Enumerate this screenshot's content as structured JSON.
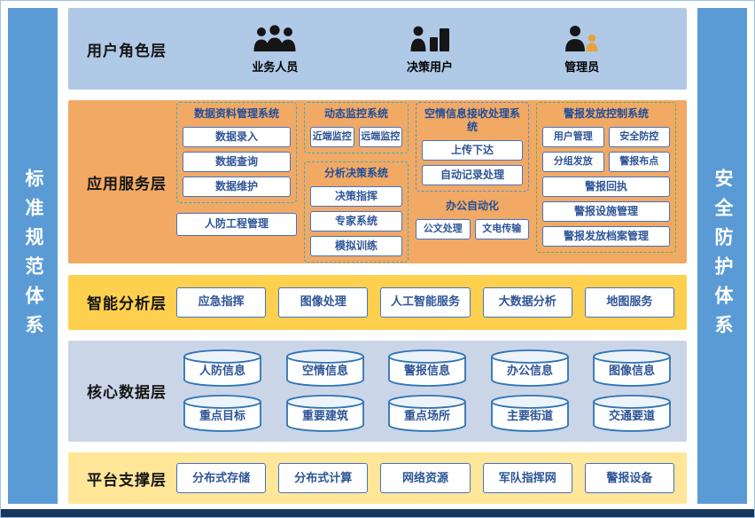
{
  "side_bars": {
    "left": "标准规范体系",
    "right": "安全防护体系"
  },
  "layers": {
    "user_role": {
      "title": "用户角色层",
      "roles": [
        {
          "label": "业务人员",
          "icon": "business-people-icon"
        },
        {
          "label": "决策用户",
          "icon": "decision-user-icon"
        },
        {
          "label": "管理员",
          "icon": "admin-icon"
        }
      ]
    },
    "app_service": {
      "title": "应用服务层",
      "groups": {
        "data_mgmt": {
          "title": "数据资料管理系统",
          "items": [
            "数据录入",
            "数据查询",
            "数据维护"
          ]
        },
        "civil_defense": "人防工程管理",
        "dynamic_monitor": {
          "title": "动态监控系统",
          "items": [
            "近端监控",
            "远端监控"
          ]
        },
        "analysis": {
          "title": "分析决策系统",
          "items": [
            "决策指挥",
            "专家系统",
            "模拟训练"
          ]
        },
        "air_info": {
          "title": "空情信息接收处理系统",
          "items": [
            "上传下达",
            "自动记录处理"
          ]
        },
        "office": {
          "title": "办公自动化",
          "items": [
            "公文处理",
            "文电传输"
          ]
        },
        "alarm": {
          "title": "警报发放控制系统",
          "items": [
            "用户管理",
            "安全防控",
            "分组发放",
            "警报布点",
            "警报回执",
            "警报设施管理",
            "警报发放档案管理"
          ]
        }
      }
    },
    "intel": {
      "title": "智能分析层",
      "items": [
        "应急指挥",
        "图像处理",
        "人工智能服务",
        "大数据分析",
        "地图服务"
      ]
    },
    "core_data": {
      "title": "核心数据层",
      "row1": [
        "人防信息",
        "空情信息",
        "警报信息",
        "办公信息",
        "图像信息"
      ],
      "row2": [
        "重点目标",
        "重要建筑",
        "重点场所",
        "主要街道",
        "交通要道"
      ]
    },
    "platform": {
      "title": "平台支撑层",
      "items": [
        "分布式存储",
        "分布式计算",
        "网络资源",
        "军队指挥网",
        "警报设备"
      ]
    }
  },
  "colors": {
    "sidebar": "#5B9BD5",
    "layer_user": "#AFC9E6",
    "layer_app": "#F2A964",
    "layer_intel": "#FFD04D",
    "layer_core": "#CBD5E8",
    "layer_platform": "#FFE699",
    "box_border": "#4472C4",
    "box_text": "#2E5597",
    "group_dashed_teal": "#2FB3C6",
    "group_dashed_green": "#54B358",
    "footer_strip": "#17375E",
    "admin_icon_accent": "#E8A33D"
  }
}
